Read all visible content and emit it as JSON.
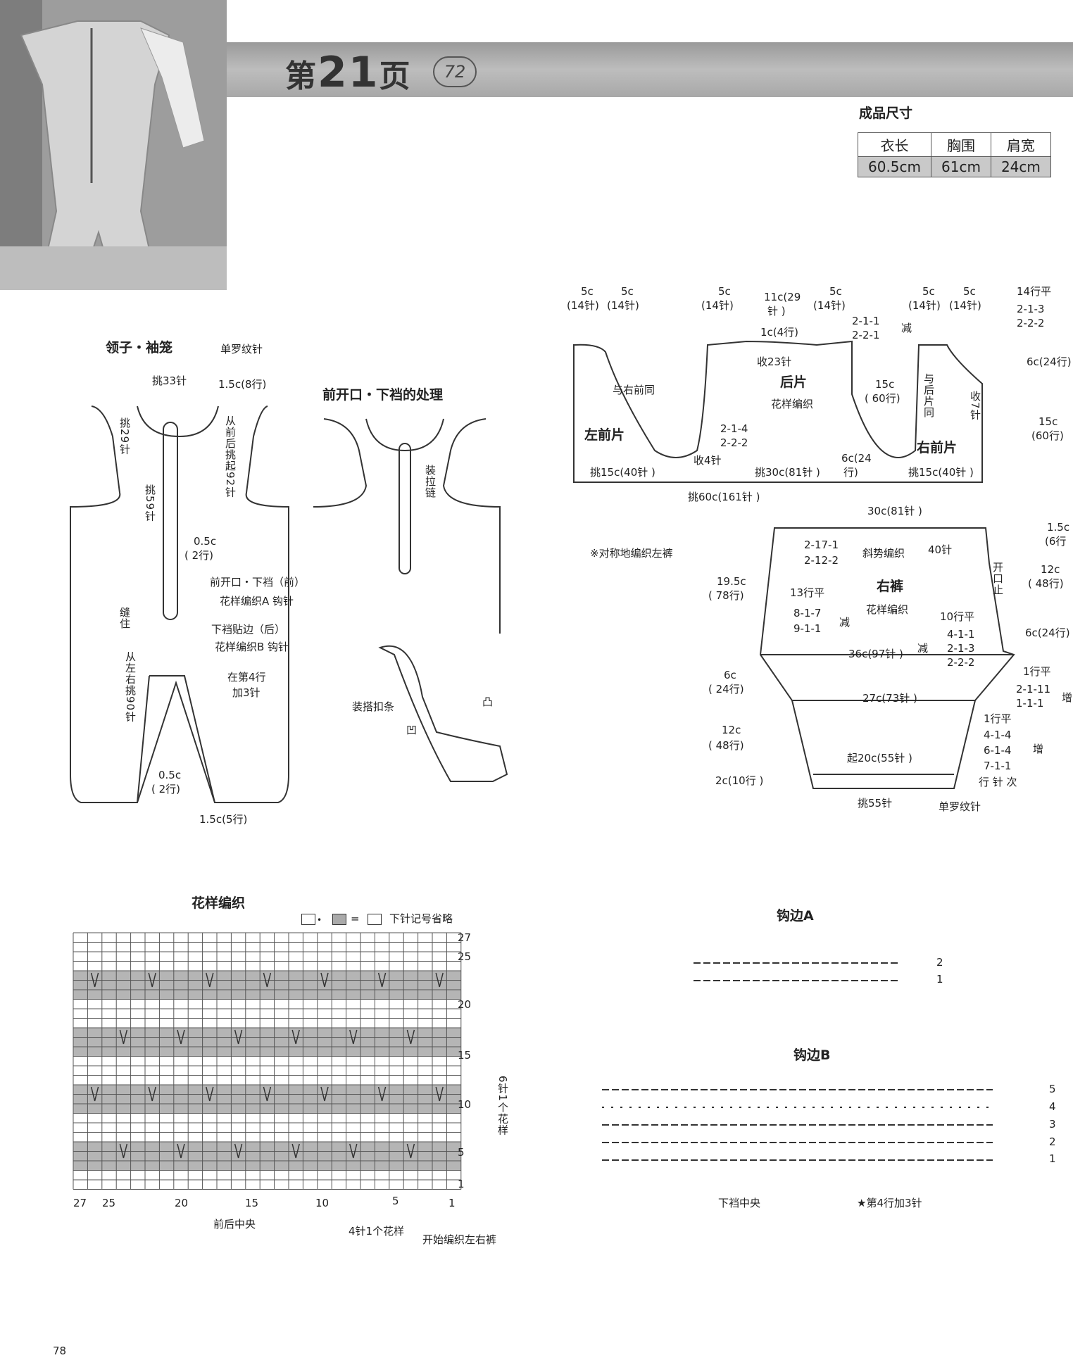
{
  "header": {
    "prefix": "第",
    "page_num": "21",
    "suffix": "页",
    "badge": "72"
  },
  "size_table": {
    "title": "成品尺寸",
    "headers": [
      "衣长",
      "胸围",
      "肩宽"
    ],
    "values": [
      "60.5cm",
      "61cm",
      "24cm"
    ]
  },
  "collar_section": {
    "title": "领子・袖笼",
    "subtitle": "单罗纹针",
    "labels": {
      "pick33": "挑33针",
      "r1_5c8": "1.5c(8行)",
      "pick29": "挑29针",
      "from_front_back": "从前后挑起92针",
      "pick59": "挑59针",
      "r0_5c": "0.5c",
      "r2": "( 2行)",
      "front_open": "前开口・下裆（前）",
      "pattern_a": "花样编织A 钩针",
      "sew": "缝住",
      "crotch_facing": "下裆贴边（后）",
      "pattern_b": "花样编织B  钩针",
      "row4_add": "在第4行",
      "add3": "加3针",
      "from_lr": "从左右挑90针",
      "b_0_5c": "0.5c",
      "b_2row": "( 2行)",
      "b_1_5c": "1.5c(5行)"
    }
  },
  "zipper_section": {
    "title": "前开口・下裆的处理",
    "zipper": "装拉链",
    "snap": "装搭扣条",
    "convex": "凸",
    "concave": "凹"
  },
  "body_diagram": {
    "top_dims": [
      "5c",
      "(14针)",
      "5c",
      "(14针)",
      "5c",
      "(14针)",
      "11c(29",
      "针 )",
      "5c",
      "(14针)",
      "5c",
      "(14针)",
      "5c",
      "(14针)"
    ],
    "left_front": "左前片",
    "right_front": "右前片",
    "back": "后片",
    "back_pattern": "花样编织",
    "same_as_right_front": "与右前同",
    "same_as_back": "与后片同",
    "dec4": "收4针",
    "dec23": "收23针",
    "row1c4": "1c(4行)",
    "dec_seq_1": "2-1-1",
    "dec_seq_2": "2-2-1",
    "dec_label": "减",
    "mid_seq_1": "2-1-4",
    "mid_seq_2": "2-2-2",
    "h15c": "15c",
    "h60": "( 60行)",
    "r14": "14行平",
    "r14_s1": "2-1-3",
    "r14_s2": "2-2-2",
    "h6c24": "6c(24行)",
    "right_15c": "15c",
    "right_60": "(60行)",
    "dec7": "收7针",
    "pick15_l": "挑15c(40针 )",
    "pick30": "挑30c(81针 )",
    "w6c24": "6c(24",
    "w_row": "行)",
    "pick15_r": "挑15c(40针 )",
    "pick60": "挑60c(161针 )"
  },
  "pants_diagram": {
    "w30": "30c(81针 )",
    "s_17": "2-17-1",
    "s_12": "2-12-2",
    "slant": "斜势编织",
    "rows40": "40针",
    "symmetric_note": "※对称地编织左裤",
    "h19_5": "19.5c",
    "h78": "( 78行)",
    "flat13": "13行平",
    "s_8": "8-1-7",
    "s_9": "9-1-1",
    "dec": "减",
    "right_pants": "右裤",
    "pants_pattern": "花样编织",
    "open_stop": "开口止",
    "flat10": "10行平",
    "d_4": "4-1-1",
    "d_2a": "2-1-3",
    "d_2b": "2-2-2",
    "w36": "36c(97针 )",
    "h6c": "6c",
    "h24": "( 24行)",
    "w27": "27c(73针 )",
    "h12c": "12c",
    "h48": "( 48行)",
    "start20": "起20c(55针 )",
    "h2c": "2c(10行 )",
    "pick55": "挑55针",
    "rib": "单罗纹针",
    "r_1_5c": "1.5c",
    "r_6": "(6行",
    "r_12c": "12c",
    "r_48": "( 48行)",
    "r_6c24": "6c(24行)",
    "flat1": "1行平",
    "i_2": "2-1-11",
    "i_1": "1-1-1",
    "inc": "增",
    "flat1b": "1行平",
    "i_4": "4-1-4",
    "i_6": "6-1-4",
    "i_7": "7-1-1",
    "order": "行 针 次"
  },
  "chart": {
    "title": "花样编织",
    "legend_eq": "=",
    "legend_note": "下针记号省略",
    "row_labels": [
      "27",
      "25",
      "20",
      "15",
      "10",
      "5",
      "1"
    ],
    "col_labels": [
      "27",
      "25",
      "20",
      "15",
      "10",
      "5",
      "1"
    ],
    "repeat_rows": "6针1个花样",
    "center": "前后中央",
    "repeat_cols": "4针1个花样",
    "start_note": "开始编织左右裤",
    "col_five": "5"
  },
  "edging_a": {
    "title": "钩边A",
    "r2": "2",
    "r1": "1"
  },
  "edging_b": {
    "title": "钩边B",
    "rows": [
      "5",
      "4",
      "3",
      "2",
      "1"
    ],
    "center": "下裆中央",
    "note": "★第4行加3针"
  },
  "page_number": "78"
}
